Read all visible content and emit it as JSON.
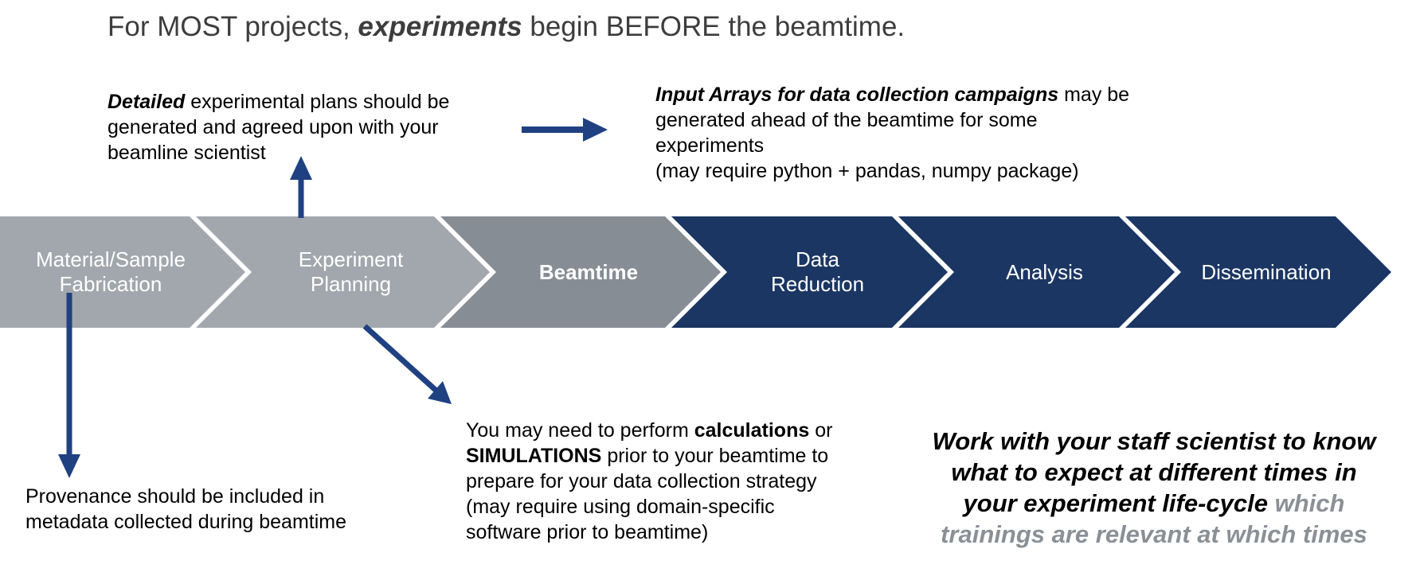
{
  "colors": {
    "title_gray": "#3D3D3D",
    "text_black": "#000000",
    "muted_gray": "#8A9096",
    "chevron_gray": "#A2A7AD",
    "beamtime_gray": "#878D94",
    "navy": "#1B3663",
    "arrow_navy": "#1F4182",
    "chevron_text": "#FFFFFF"
  },
  "title": {
    "pre": "For MOST projects, ",
    "em": "experiments",
    "post": " begin BEFORE the beamtime."
  },
  "chevrons": [
    {
      "label": "Material/Sample\nFabrication",
      "color": "#A2A7AD",
      "bold": false
    },
    {
      "label": "Experiment\nPlanning",
      "color": "#A2A7AD",
      "bold": false
    },
    {
      "label": "Beamtime",
      "color": "#878D94",
      "bold": true
    },
    {
      "label": "Data\nReduction",
      "color": "#1B3663",
      "bold": false
    },
    {
      "label": "Analysis",
      "color": "#1B3663",
      "bold": false
    },
    {
      "label": "Dissemination",
      "color": "#1B3663",
      "bold": false
    }
  ],
  "notes": {
    "plans": {
      "line1_bold": "Detailed",
      "line1_rest": " experimental plans should be",
      "line2": "generated and agreed upon with your",
      "line3": "beamline scientist"
    },
    "input_arrays": {
      "line1_bold": "Input Arrays for data collection campaigns",
      "line1_rest": " may be",
      "line2": "generated ahead of the beamtime for some",
      "line3": "experiments",
      "line4": "(may require python + pandas, numpy package)"
    },
    "provenance": {
      "line1": "Provenance should be included in",
      "line2": "metadata collected during beamtime"
    },
    "calc": {
      "line1_pre": "You may need to perform ",
      "line1_bold": "calculations",
      "line1_post": " or",
      "line2_bold": "SIMULATIONS",
      "line2_rest": " prior to your beamtime to",
      "line3": "prepare for your data collection strategy",
      "line4": "(may require using domain-specific",
      "line5": "software prior to beamtime)"
    },
    "staff": {
      "line1": "Work with your staff scientist to know",
      "line2": "what to expect at different times in",
      "line3_black": "your experiment life-cycle ",
      "line3_gray": "which",
      "line4_gray": "trainings are relevant at which times"
    }
  }
}
